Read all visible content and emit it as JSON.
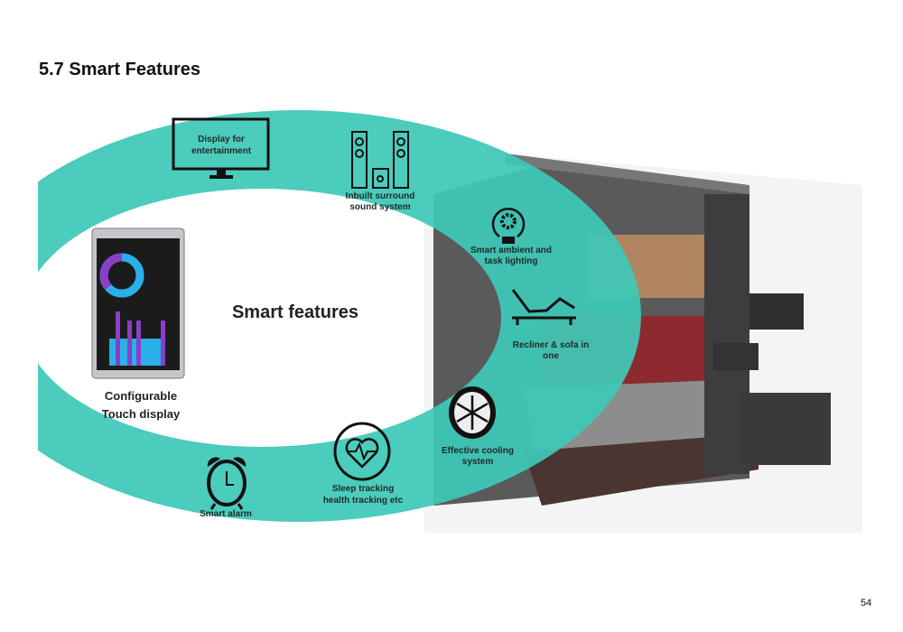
{
  "page": {
    "title": "5.7 Smart Features",
    "page_number": "54"
  },
  "figure": {
    "center_label": "Smart features",
    "teal_color": "#3ec8b7",
    "touch_display": {
      "label_line1": "Configurable",
      "label_line2": "Touch display",
      "icon": "tablet-icon"
    },
    "features": [
      {
        "line1": "Display for",
        "line2": "entertainment",
        "icon": "monitor-icon"
      },
      {
        "line1": "Inbuilt surround",
        "line2": "sound system",
        "icon": "speakers-icon"
      },
      {
        "line1": "Smart ambient and",
        "line2": "task lighting",
        "icon": "bulb-gear-icon"
      },
      {
        "line1": "Recliner & sofa in",
        "line2": "one",
        "icon": "recliner-icon"
      },
      {
        "line1": "Effective cooling",
        "line2": "system",
        "icon": "fan-snowflake-icon"
      },
      {
        "line1": "Sleep tracking",
        "line2": "health tracking etc",
        "icon": "heart-pulse-icon"
      },
      {
        "line1": "Smart alarm",
        "line2": "",
        "icon": "alarm-clock-icon"
      }
    ]
  }
}
